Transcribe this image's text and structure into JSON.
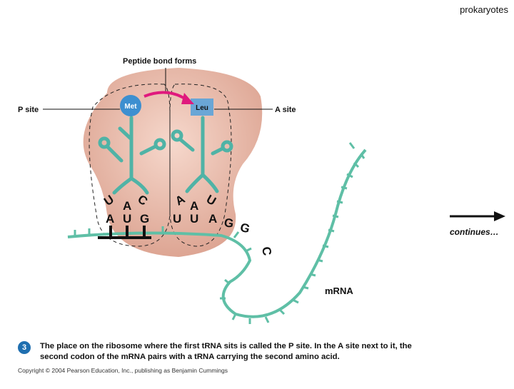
{
  "corner_title": "prokaryotes",
  "labels": {
    "peptide_bond": "Peptide bond forms",
    "p_site": "P site",
    "a_site": "A site",
    "met": "Met",
    "leu": "Leu",
    "mrna": "mRNA",
    "continues": "continues…",
    "anticodon_p": [
      "U",
      "A",
      "C"
    ],
    "anticodon_a": [
      "A",
      "A",
      "U"
    ],
    "codons": [
      "A",
      "U",
      "G",
      "U",
      "U",
      "A",
      "G",
      "G",
      "C"
    ]
  },
  "caption": {
    "step_number": "3",
    "text": "The place on the ribosome where the first tRNA sits is called the P site. In the A site next to it, the second codon of the mRNA pairs with a tRNA carrying the second amino acid."
  },
  "copyright": "Copyright © 2004 Pearson Education, Inc., publishing as Benjamin Cummings",
  "colors": {
    "ribosome": "#e8b7a6",
    "trna": "#4fb3a6",
    "mrna": "#5fbfa6",
    "met_fill": "#3d8fd0",
    "leu_fill": "#6aa6d6",
    "arrow_magenta": "#e0197d"
  }
}
